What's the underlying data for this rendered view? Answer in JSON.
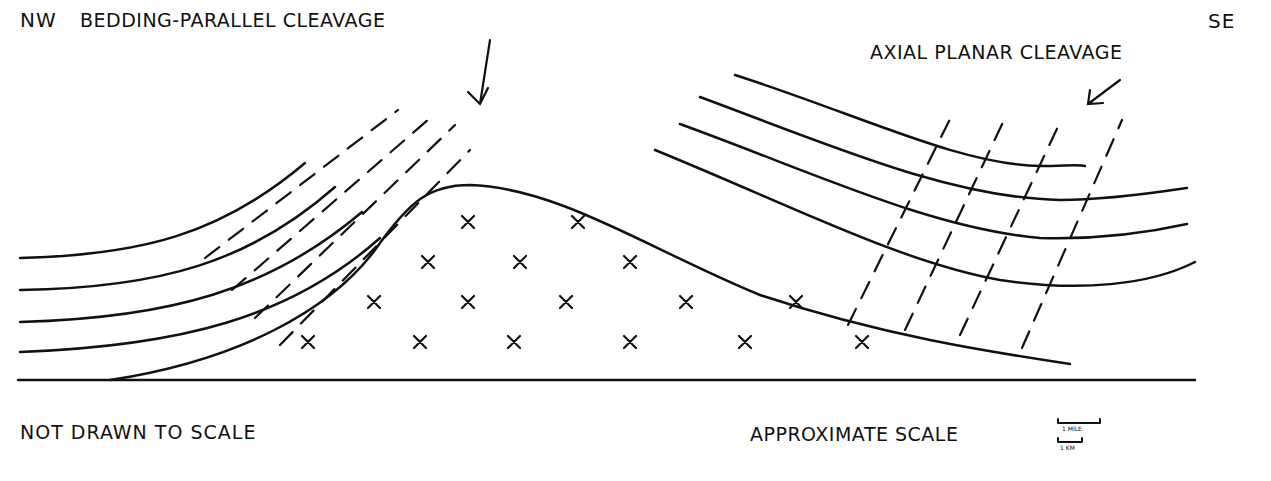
{
  "diagram": {
    "labels": [
      "NW",
      "BEDDING-PARALLEL CLEAVAGE",
      "SE",
      "AXIAL PLANAR CLEAVAGE",
      "NOT DRAWN TO SCALE",
      "APPROXIMATE SCALE",
      "1 MILE",
      "1 KM"
    ]
  }
}
